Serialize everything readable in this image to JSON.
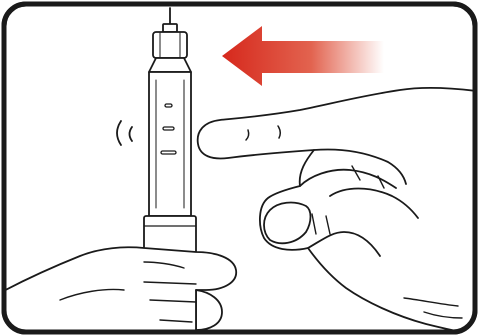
{
  "figure": {
    "kind": "instruction-illustration",
    "subject": "pen-injector-air-bubble-tap",
    "colors": {
      "frame": "#1a1a1a",
      "line": "#1a1a1a",
      "fill": "#ffffff",
      "arrow_start": "#d6281c",
      "arrow_end": "#ffffff"
    },
    "icons": [
      "syringe-pen",
      "tapping-finger",
      "holding-hand",
      "direction-arrow",
      "vibration-mark"
    ]
  }
}
